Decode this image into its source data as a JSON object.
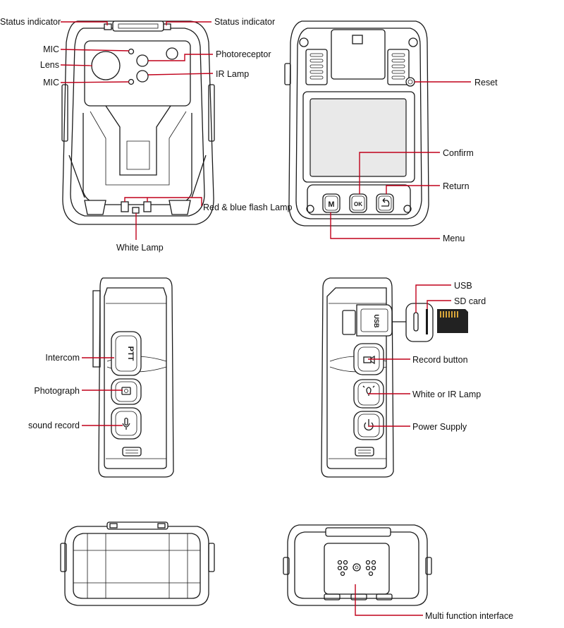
{
  "labels": {
    "front": {
      "status_left": "Status indicator",
      "status_right": "Status indicator",
      "mic_top": "MIC",
      "lens": "Lens",
      "mic_bottom": "MIC",
      "photoreceptor": "Photoreceptor",
      "ir_lamp": "IR Lamp",
      "flash_lamp": "Red & blue flash Lamp",
      "white_lamp": "White Lamp"
    },
    "back": {
      "reset": "Reset",
      "confirm": "Confirm",
      "return": "Return",
      "menu": "Menu",
      "btn_m": "M",
      "btn_ok": "OK"
    },
    "left_side": {
      "intercom": "Intercom",
      "photograph": "Photograph",
      "sound_record": "sound record",
      "btn_ptt": "PTT"
    },
    "right_side": {
      "usb": "USB",
      "sd_card": "SD card",
      "record_button": "Record button",
      "white_ir_lamp": "White or IR Lamp",
      "power_supply": "Power Supply",
      "usb_port_text": "USB"
    },
    "bottom": {
      "multi_function": "Multi function interface"
    }
  },
  "colors": {
    "leader": "#c0001a",
    "outline": "#1a1a1a",
    "screen": "#e9e9e9",
    "sd_card": "#222222",
    "sd_contacts": "#d9a63a"
  }
}
